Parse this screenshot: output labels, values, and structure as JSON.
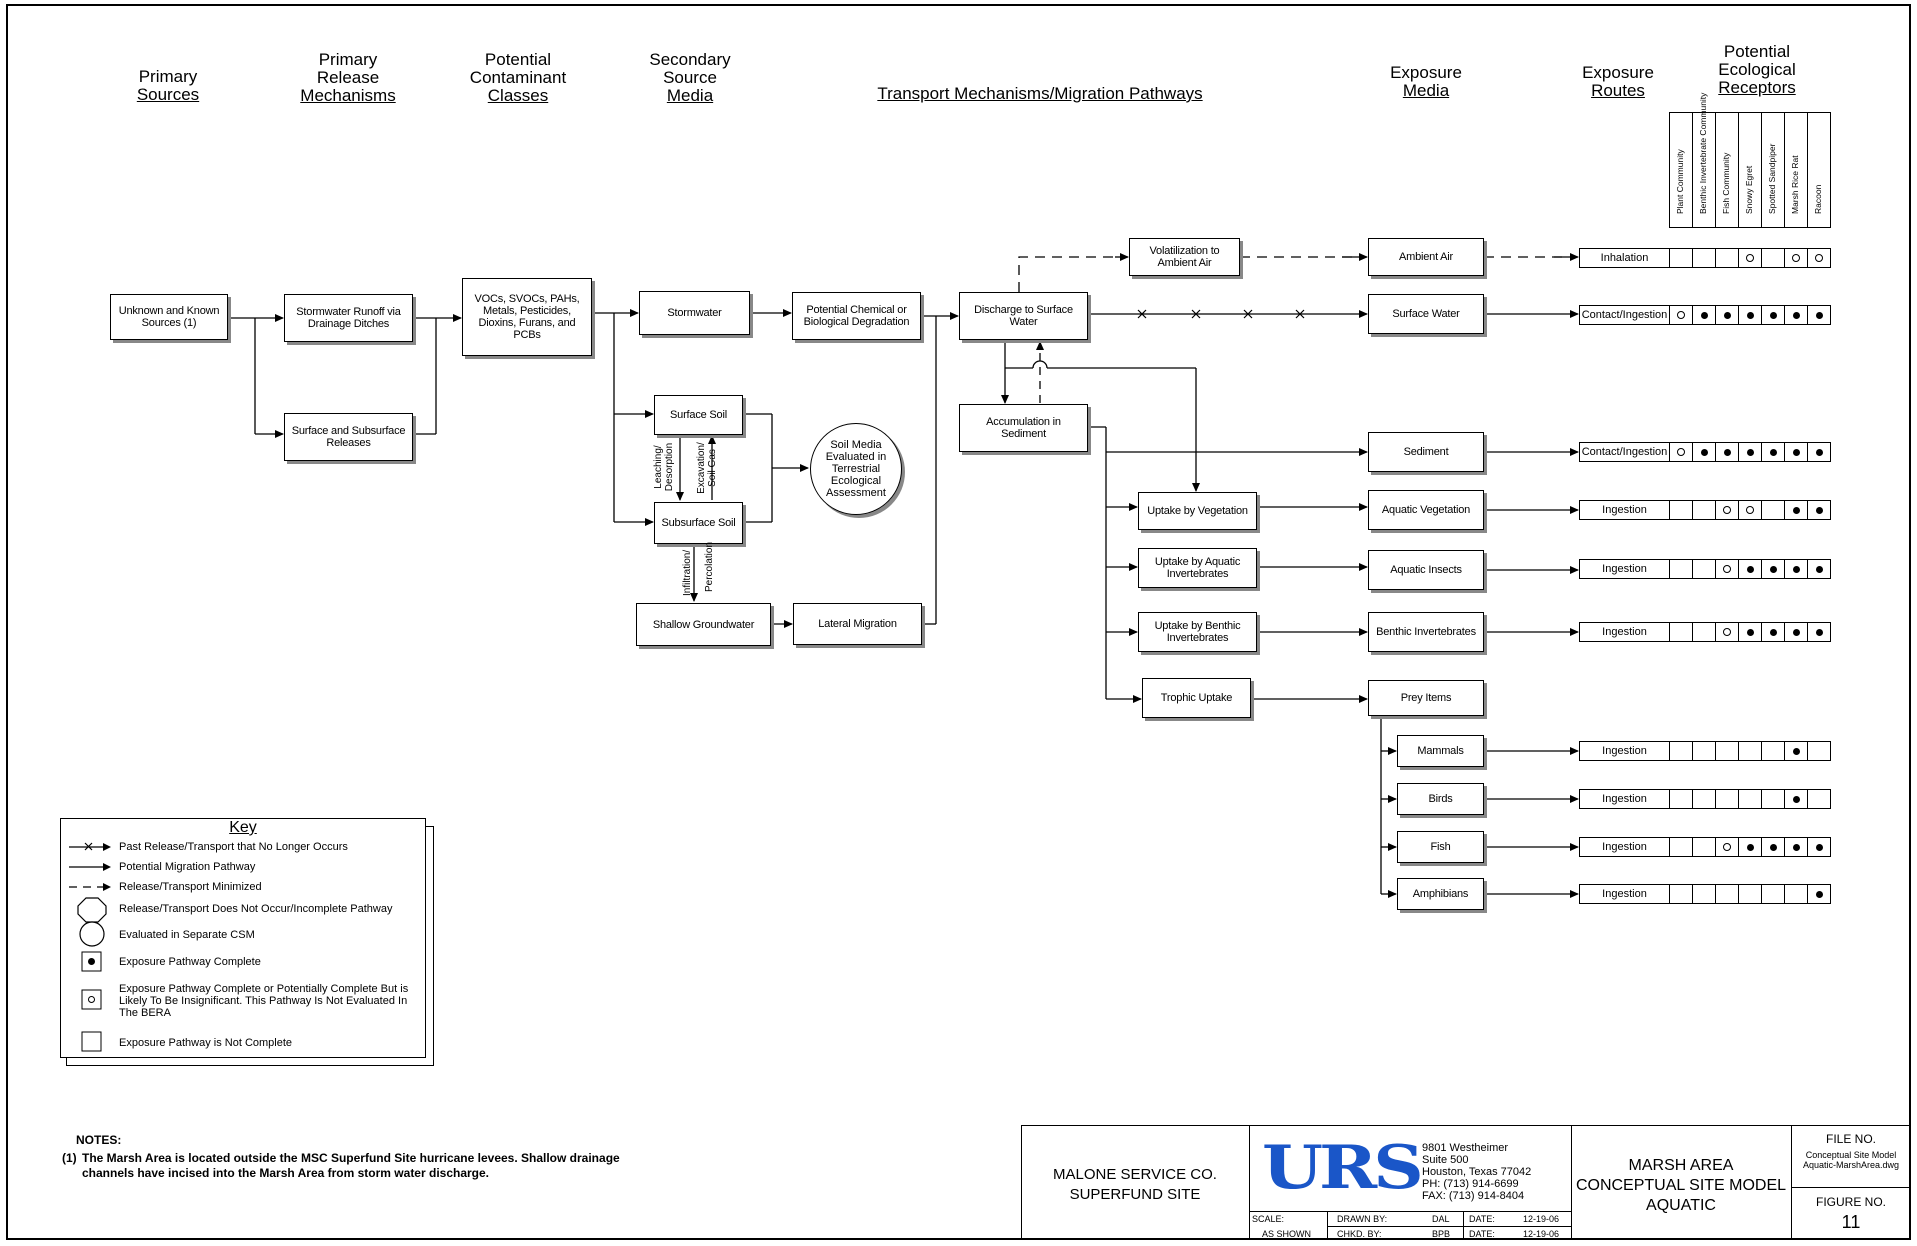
{
  "headers": {
    "primary_sources": [
      "Primary",
      "Sources"
    ],
    "primary_release": [
      "Primary",
      "Release",
      "Mechanisms"
    ],
    "contaminant_classes": [
      "Potential",
      "Contaminant",
      "Classes"
    ],
    "secondary_media": [
      "Secondary",
      "Source",
      "Media"
    ],
    "transport": [
      "Transport Mechanisms/Migration Pathways"
    ],
    "exposure_media": [
      "Exposure",
      "Media"
    ],
    "exposure_routes": [
      "Exposure",
      "Routes"
    ],
    "receptors": [
      "Potential",
      "Ecological",
      "Receptors"
    ]
  },
  "receptor_columns": [
    "Plant Community",
    "Benthic Invertebrate Community",
    "Fish Community",
    "Snowy Egret",
    "Spotted Sandpiper",
    "Marsh Rice Rat",
    "Racoon"
  ],
  "boxes": {
    "unknown_sources": "Unknown and Known Sources (1)",
    "stormwater_runoff": "Stormwater Runoff via Drainage Ditches",
    "surface_subsurface_releases": "Surface and Subsurface Releases",
    "contaminant_list": "VOCs, SVOCs, PAHs, Metals, Pesticides, Dioxins, Furans, and PCBs",
    "stormwater": "Stormwater",
    "degradation": "Potential Chemical or Biological Degradation",
    "surface_soil": "Surface Soil",
    "subsurface_soil": "Subsurface Soil",
    "shallow_groundwater": "Shallow Groundwater",
    "lateral_migration": "Lateral Migration",
    "soil_media_circle": "Soil Media Evaluated in Terrestrial Ecological Assessment",
    "discharge": "Discharge to Surface Water",
    "accumulation": "Accumulation in Sediment",
    "volatilization": "Volatilization to Ambient Air",
    "uptake_vegetation": "Uptake by Vegetation",
    "uptake_aquatic_inv": "Uptake by Aquatic Invertebrates",
    "uptake_benthic_inv": "Uptake by Benthic Invertebrates",
    "trophic_uptake": "Trophic Uptake",
    "ambient_air": "Ambient Air",
    "surface_water": "Surface Water",
    "sediment": "Sediment",
    "aquatic_vegetation": "Aquatic Vegetation",
    "aquatic_insects": "Aquatic Insects",
    "benthic_invertebrates": "Benthic Invertebrates",
    "prey_items": "Prey Items",
    "mammals": "Mammals",
    "birds": "Birds",
    "fish": "Fish",
    "amphibians": "Amphibians"
  },
  "vertical_labels": {
    "leaching": "Leaching/ Desorption",
    "excavation": "Excavation/ Soil Gas",
    "infiltration": "Infiltration/",
    "percolation": "Percolation"
  },
  "routes": [
    {
      "media": "ambient_air",
      "route": "Inhalation",
      "cells": [
        "",
        "",
        "",
        "open",
        "",
        "open",
        "open"
      ]
    },
    {
      "media": "surface_water",
      "route": "Contact/Ingestion",
      "cells": [
        "open",
        "full",
        "full",
        "full",
        "full",
        "full",
        "full"
      ]
    },
    {
      "media": "sediment",
      "route": "Contact/Ingestion",
      "cells": [
        "open",
        "full",
        "full",
        "full",
        "full",
        "full",
        "full"
      ]
    },
    {
      "media": "aquatic_vegetation",
      "route": "Ingestion",
      "cells": [
        "",
        "",
        "open",
        "open",
        "",
        "full",
        "full"
      ]
    },
    {
      "media": "aquatic_insects",
      "route": "Ingestion",
      "cells": [
        "",
        "",
        "open",
        "full",
        "full",
        "full",
        "full"
      ]
    },
    {
      "media": "benthic_invertebrates",
      "route": "Ingestion",
      "cells": [
        "",
        "",
        "open",
        "full",
        "full",
        "full",
        "full"
      ]
    },
    {
      "media": "mammals",
      "route": "Ingestion",
      "cells": [
        "",
        "",
        "",
        "",
        "",
        "full",
        ""
      ]
    },
    {
      "media": "birds",
      "route": "Ingestion",
      "cells": [
        "",
        "",
        "",
        "",
        "",
        "full",
        ""
      ]
    },
    {
      "media": "fish",
      "route": "Ingestion",
      "cells": [
        "",
        "",
        "open",
        "full",
        "full",
        "full",
        "full"
      ]
    },
    {
      "media": "amphibians",
      "route": "Ingestion",
      "cells": [
        "",
        "",
        "",
        "",
        "",
        "",
        "full"
      ]
    }
  ],
  "key": {
    "title": "Key",
    "items": [
      "Past Release/Transport that No Longer Occurs",
      "Potential Migration Pathway",
      "Release/Transport Minimized",
      "Release/Transport Does Not Occur/Incomplete Pathway",
      "Evaluated in Separate CSM",
      "Exposure Pathway Complete",
      "Exposure Pathway Complete or Potentially Complete But is Likely To Be Insignificant.  This Pathway Is Not Evaluated In The BERA",
      "Exposure Pathway is Not Complete"
    ]
  },
  "notes": {
    "title": "NOTES:",
    "items": [
      {
        "num": "(1)",
        "text": "The Marsh Area is located outside the MSC Superfund Site hurricane levees.  Shallow drainage channels have incised into the Marsh Area from storm water discharge."
      }
    ]
  },
  "title_block": {
    "client_line1": "MALONE SERVICE CO.",
    "client_line2": "SUPERFUND SITE",
    "logo": "URS",
    "address": [
      "9801 Westheimer",
      "Suite 500",
      "Houston, Texas 77042",
      "PH: (713) 914-6699",
      "FAX: (713) 914-8404"
    ],
    "scale_label": "SCALE:",
    "scale_value": "AS SHOWN",
    "drawn_label": "DRAWN BY:",
    "drawn_value": "DAL",
    "checked_label": "CHKD. BY:",
    "checked_value": "BPB",
    "date_label": "DATE:",
    "date_value1": "12-19-06",
    "date_value2": "12-19-06",
    "title_line1": "MARSH AREA",
    "title_line2": "CONCEPTUAL SITE MODEL",
    "title_line3": "AQUATIC",
    "file_label": "FILE NO.",
    "file_value1": "Conceptual Site Model",
    "file_value2": "Aquatic-MarshArea.dwg",
    "figure_label": "FIGURE NO.",
    "figure_value": "11"
  },
  "colors": {
    "logo": "#1a56c8",
    "shadow": "#888888"
  }
}
